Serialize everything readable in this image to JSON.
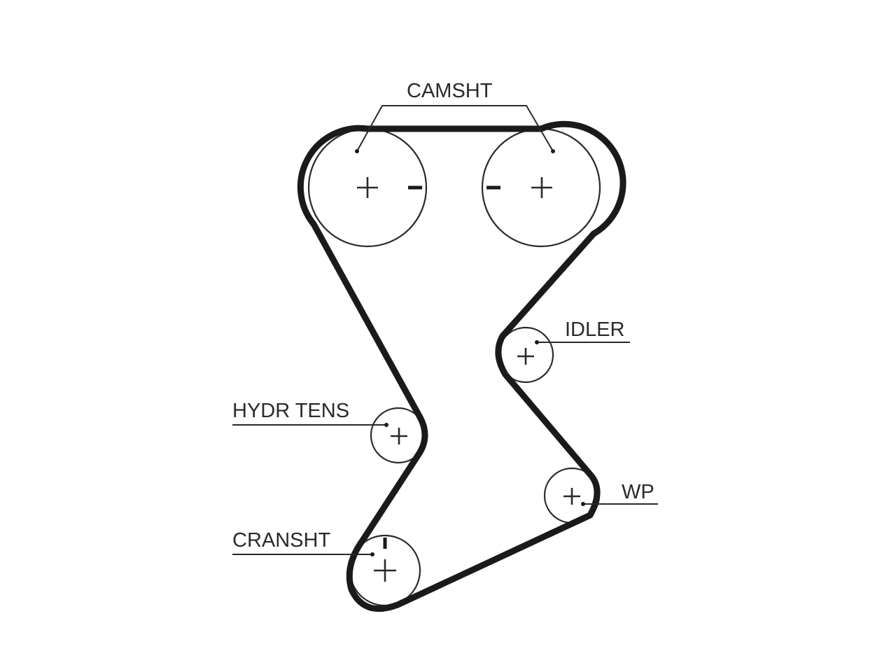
{
  "labels": {
    "camshaft": "CAMSHT",
    "idler": "IDLER",
    "hydraulic_tensioner": "HYDR TENS",
    "water_pump": "WP",
    "crankshaft": "CRANSHT"
  },
  "colors": {
    "belt": "#1a1a1a",
    "line": "#2a2a2a",
    "background": "#ffffff"
  }
}
